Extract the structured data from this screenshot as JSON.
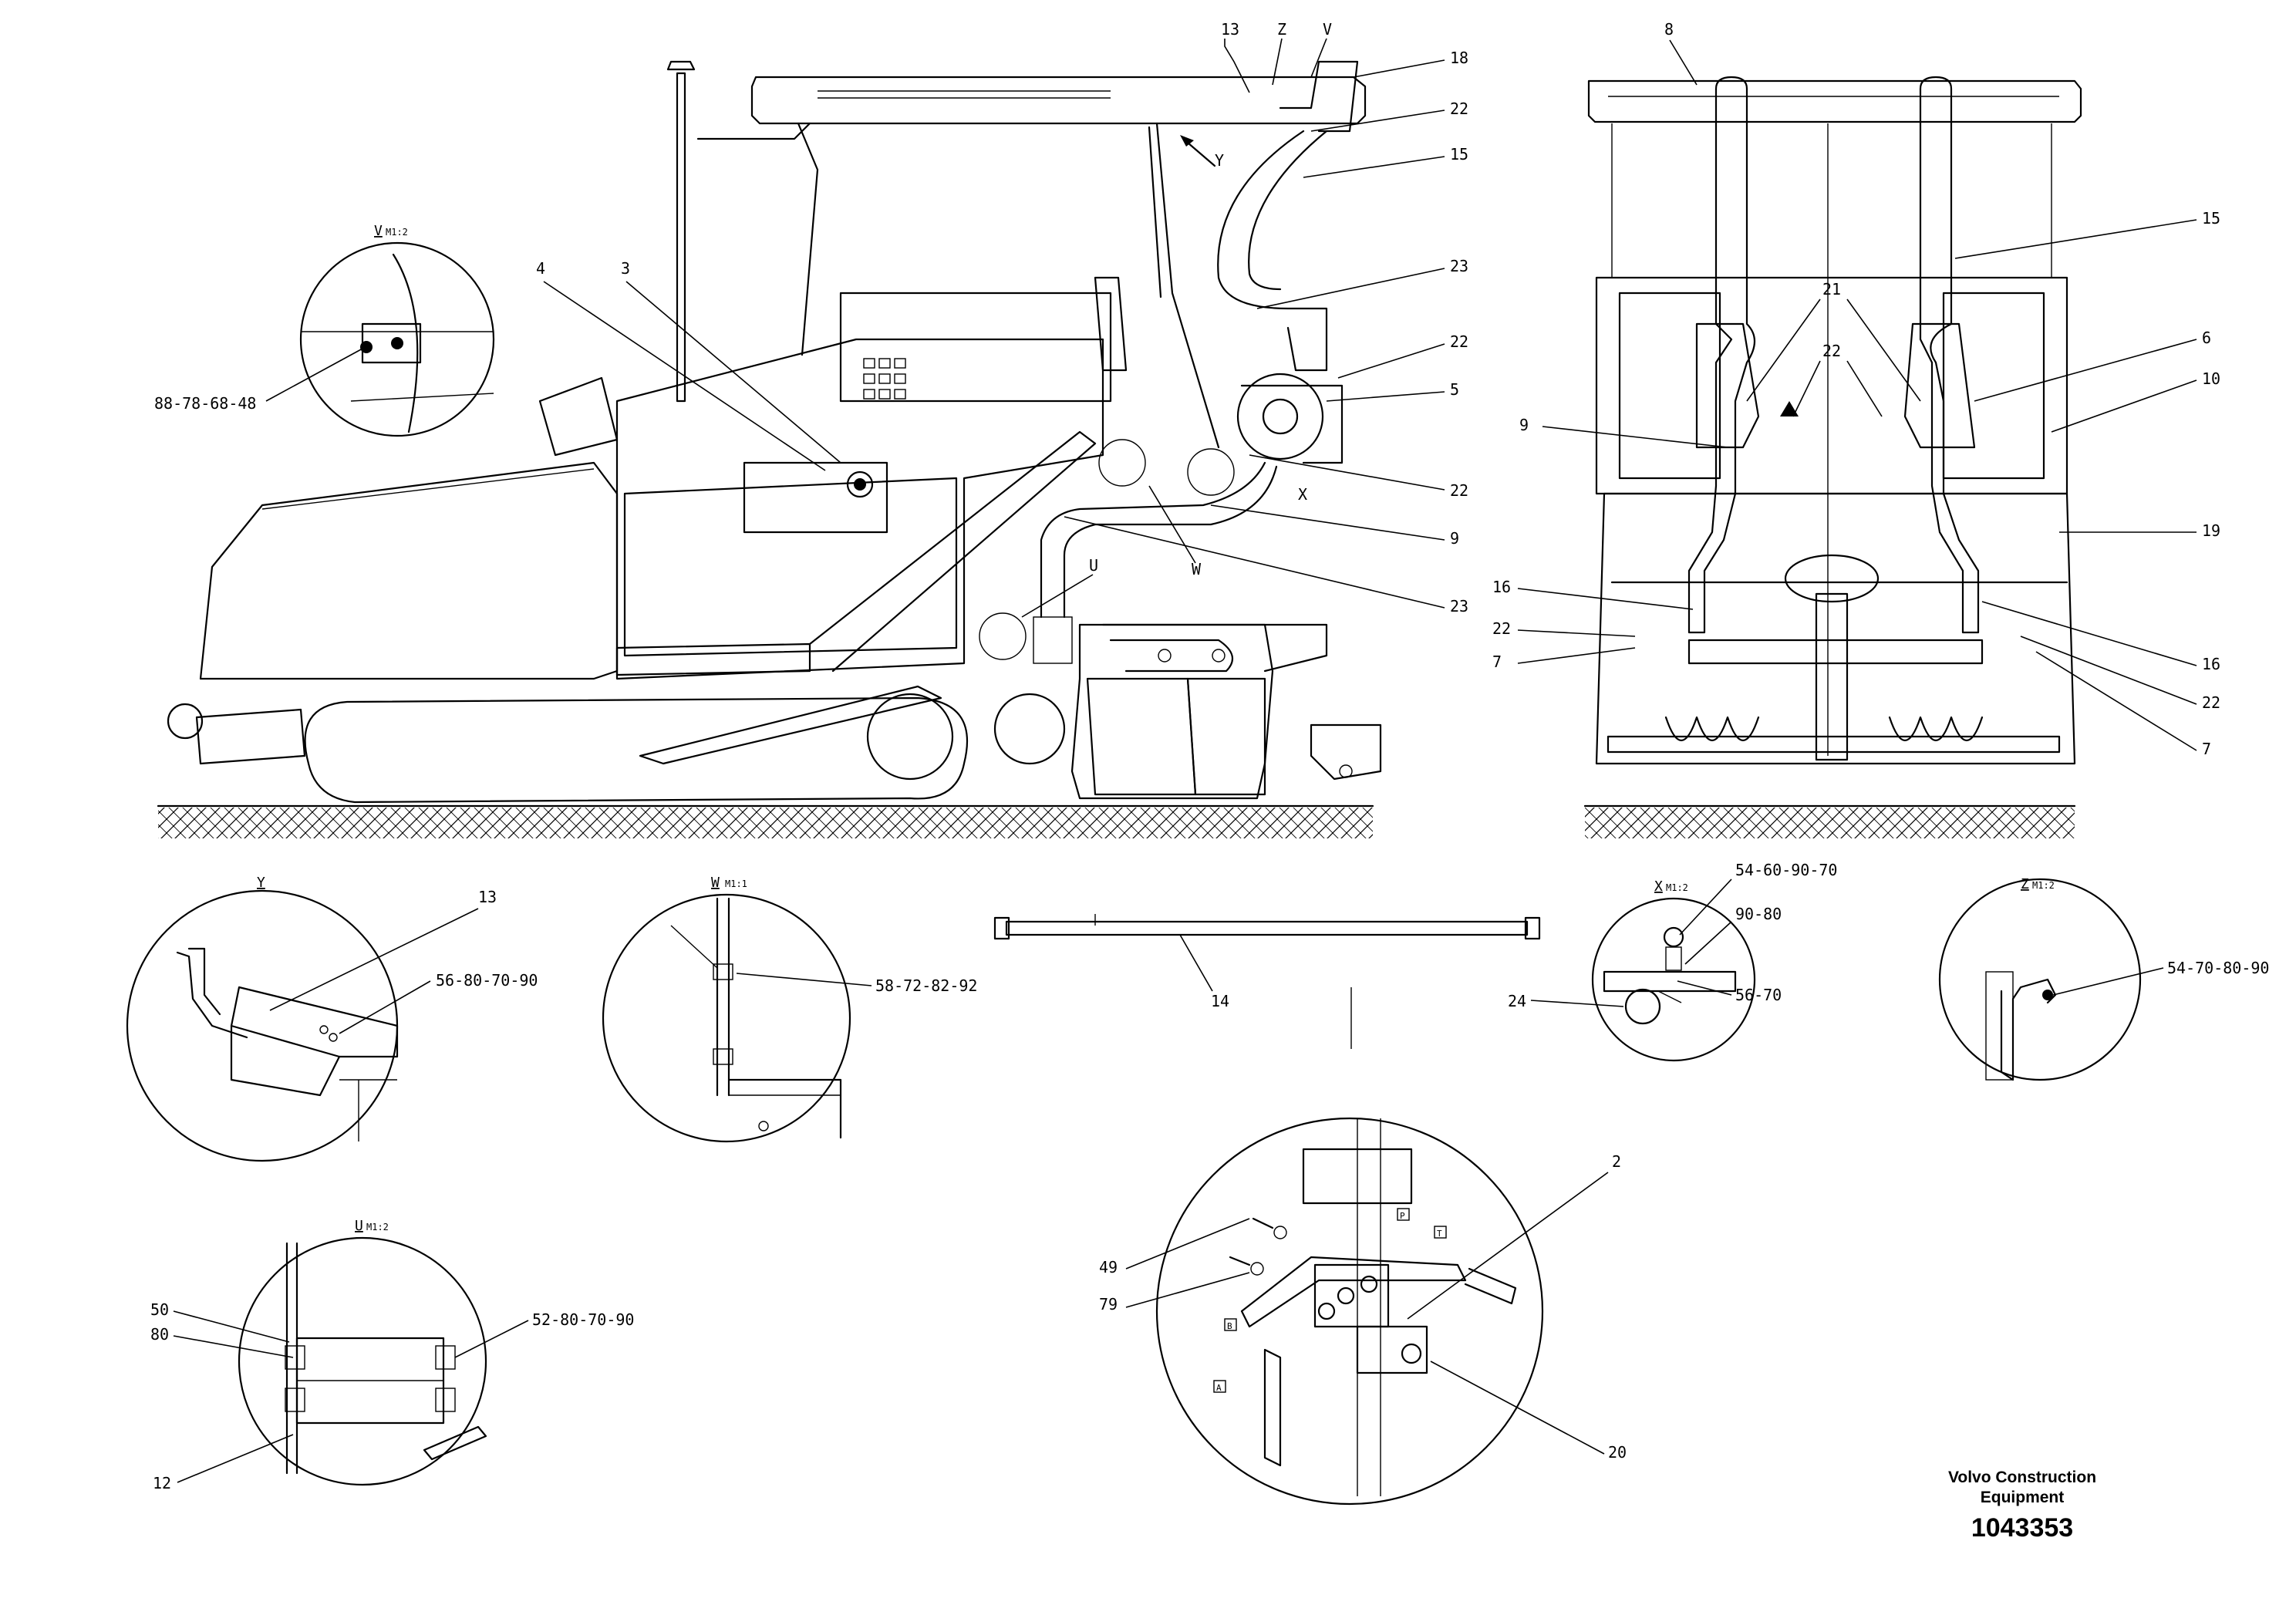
{
  "drawing": {
    "side_view_callouts": {
      "c13": "13",
      "cZ": "Z",
      "cV": "V",
      "c18": "18",
      "c22a": "22",
      "c15": "15",
      "c23a": "23",
      "c22b": "22",
      "c5": "5",
      "c22c": "22",
      "c9": "9",
      "c23b": "23",
      "c4": "4",
      "c3": "3",
      "cY": "Y",
      "cX": "X",
      "cW": "W",
      "cU": "U"
    },
    "rear_view_callouts": {
      "c8": "8",
      "c15": "15",
      "c21": "21",
      "c22a": "22",
      "c6": "6",
      "c10": "10",
      "c9": "9",
      "c19": "19",
      "c16a": "16",
      "c22b": "22",
      "c7a": "7",
      "c16b": "16",
      "c22c": "22",
      "c7b": "7"
    },
    "detail_views": {
      "V": {
        "title": "V",
        "scale": "M1:2",
        "callout": "88-78-68-48"
      },
      "Y": {
        "title": "Y",
        "callout_a": "13",
        "callout_b": "56-80-70-90"
      },
      "W": {
        "title": "W",
        "scale": "M1:1",
        "callout": "58-72-82-92"
      },
      "X": {
        "title": "X",
        "scale": "M1:2",
        "callout_a": "54-60-90-70",
        "callout_b": "90-80",
        "callout_c": "56-70",
        "callout_d": "24"
      },
      "Z": {
        "title": "Z",
        "scale": "M1:2",
        "callout": "54-70-80-90"
      },
      "U": {
        "title": "U",
        "scale": "M1:2",
        "callout_a": "50",
        "callout_b": "80",
        "callout_c": "52-80-70-90",
        "callout_d": "12"
      },
      "hose_14": {
        "callout": "14"
      },
      "valve": {
        "c49": "49",
        "c79": "79",
        "c2": "2",
        "c20": "20",
        "portP": "P",
        "portT": "T",
        "portB": "B",
        "portA": "A"
      }
    }
  },
  "title_block": {
    "company_line1": "Volvo Construction",
    "company_line2": "Equipment",
    "document_number": "1043353"
  }
}
